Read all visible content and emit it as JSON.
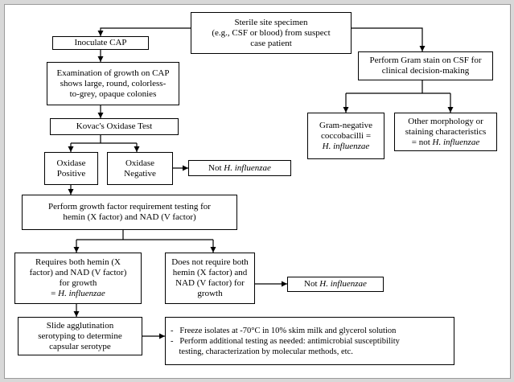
{
  "boxes": {
    "specimen": [
      "Sterile site specimen",
      "(e.g., CSF or blood) from suspect",
      "case patient"
    ],
    "inoculate": [
      "Inoculate CAP"
    ],
    "examination": [
      "Examination of growth on CAP",
      "shows large, round, colorless-",
      "to-grey, opaque colonies"
    ],
    "kovacs": [
      "Kovac's Oxidase Test"
    ],
    "oxpos": [
      "Oxidase",
      "Positive"
    ],
    "oxneg": [
      "Oxidase",
      "Negative"
    ],
    "not1": {
      "pre": "Not ",
      "it": "H. influenzae"
    },
    "growth": [
      "Perform growth factor requirement testing for",
      "hemin (X factor) and NAD (V factor)"
    ],
    "requires": {
      "lines": [
        "Requires both hemin (X",
        "factor) and NAD (V factor)",
        "for growth",
        "= "
      ],
      "it": "H. influenzae"
    },
    "notrequire": [
      "Does not require both",
      "hemin (X factor) and",
      "NAD (V factor) for",
      "growth"
    ],
    "not2": {
      "pre": "Not ",
      "it": "H. influenzae"
    },
    "slide": [
      "Slide agglutination",
      "serotyping to determine",
      "capsular serotype"
    ],
    "freeze": [
      "-   Freeze isolates at -70°C in 10% skim milk and glycerol solution",
      "-   Perform additional testing as needed: antimicrobial susceptibility",
      "    testing, characterization by molecular methods, etc."
    ],
    "gram": [
      "Perform Gram stain on CSF for",
      "clinical decision-making"
    ],
    "gramneg": {
      "lines": [
        "Gram-negative",
        "coccobacilli ="
      ],
      "it": "H. influenzae"
    },
    "other": {
      "lines": [
        "Other morphology or",
        "staining characteristics",
        "= not "
      ],
      "it": "H. influenzae"
    }
  }
}
